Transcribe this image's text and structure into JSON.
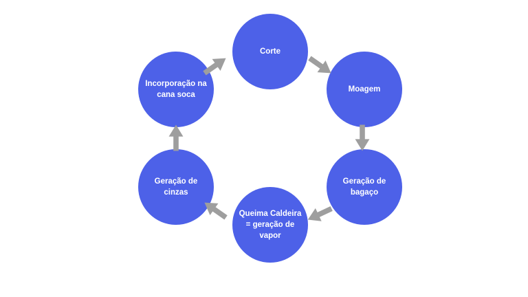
{
  "page": {
    "background_color": "#ffffff"
  },
  "diagram": {
    "type": "cycle",
    "node_color": "#4d61e8",
    "text_color": "#ffffff",
    "arrow_color": "#9e9e9e",
    "nodes": [
      {
        "id": "corte",
        "label": "Corte"
      },
      {
        "id": "moagem",
        "label": "Moagem"
      },
      {
        "id": "geracao-de-bagaco",
        "label": "Geração de bagaço"
      },
      {
        "id": "queima-caldeira",
        "label": "Queima Caldeira = geração de vapor"
      },
      {
        "id": "geracao-de-cinzas",
        "label": "Geração de cinzas"
      },
      {
        "id": "incorporacao-na-cana-soca",
        "label": "Incorporação na cana soca"
      }
    ],
    "edges": [
      {
        "from": "Corte",
        "to": "Moagem"
      },
      {
        "from": "Moagem",
        "to": "Geração de bagaço"
      },
      {
        "from": "Geração de bagaço",
        "to": "Queima Caldeira = geração de vapor"
      },
      {
        "from": "Queima Caldeira = geração de vapor",
        "to": "Geração de cinzas"
      },
      {
        "from": "Geração de cinzas",
        "to": "Incorporação na cana soca"
      },
      {
        "from": "Incorporação na cana soca",
        "to": "Corte"
      }
    ]
  }
}
